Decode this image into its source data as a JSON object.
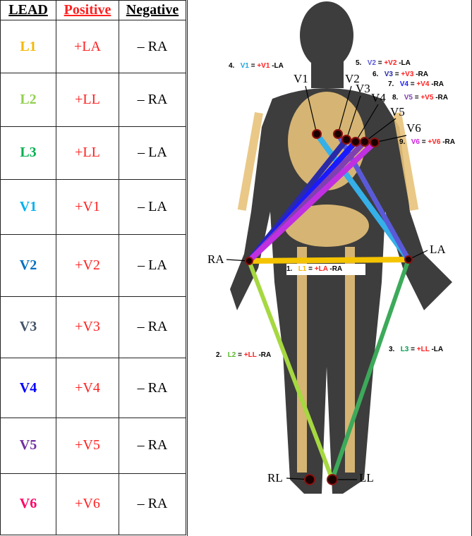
{
  "table": {
    "headers": {
      "lead": "LEAD",
      "positive": "Positive",
      "negative": "Negative"
    },
    "rows": [
      {
        "lead": "L1",
        "positive": "+LA",
        "negative": "– RA",
        "color": "#f5b800"
      },
      {
        "lead": "L2",
        "positive": "+LL",
        "negative": "– RA",
        "color": "#92d050"
      },
      {
        "lead": "L3",
        "positive": "+LL",
        "negative": "– LA",
        "color": "#00b050"
      },
      {
        "lead": "V1",
        "positive": "+V1",
        "negative": "– LA",
        "color": "#00b0f0"
      },
      {
        "lead": "V2",
        "positive": "+V2",
        "negative": "– LA",
        "color": "#0070c0"
      },
      {
        "lead": "V3",
        "positive": "+V3",
        "negative": "– RA",
        "color": "#44546a"
      },
      {
        "lead": "V4",
        "positive": "+V4",
        "negative": "– RA",
        "color": "#0000ff"
      },
      {
        "lead": "V5",
        "positive": "+V5",
        "negative": "– RA",
        "color": "#7030a0"
      },
      {
        "lead": "V6",
        "positive": "+V6",
        "negative": "– RA",
        "color": "#ff0066"
      }
    ]
  },
  "diagram": {
    "electrodes": {
      "V1": "V1",
      "V2": "V2",
      "V3": "V3",
      "V4": "V4",
      "V5": "V5",
      "V6": "V6",
      "RA": "RA",
      "LA": "LA",
      "RL": "RL",
      "LL": "LL"
    },
    "annotations": [
      {
        "num": "1.",
        "lead": "L1",
        "eq": "=",
        "pos": "+LA",
        "neg": "-RA",
        "color": "#f5b800"
      },
      {
        "num": "2.",
        "lead": "L2",
        "eq": "=",
        "pos": "+LL",
        "neg": "-RA",
        "color": "#5cb82e"
      },
      {
        "num": "3.",
        "lead": "L3",
        "eq": "=",
        "pos": "+LL",
        "neg": "-LA",
        "color": "#00a050"
      },
      {
        "num": "4.",
        "lead": "V1",
        "eq": "=",
        "pos": "+V1",
        "neg": "-LA",
        "color": "#1fa7e0"
      },
      {
        "num": "5.",
        "lead": "V2",
        "eq": "=",
        "pos": "+V2",
        "neg": "-LA",
        "color": "#5a5ad8"
      },
      {
        "num": "6.",
        "lead": "V3",
        "eq": "=",
        "pos": "+V3",
        "neg": "-RA",
        "color": "#2a2aa8"
      },
      {
        "num": "7.",
        "lead": "V4",
        "eq": "=",
        "pos": "+V4",
        "neg": "-RA",
        "color": "#1a1aff"
      },
      {
        "num": "8.",
        "lead": "V5",
        "eq": "=",
        "pos": "+V5",
        "neg": "-RA",
        "color": "#8040b0"
      },
      {
        "num": "9.",
        "lead": "V6",
        "eq": "=",
        "pos": "+V6",
        "neg": "-RA",
        "color": "#d020e0"
      }
    ]
  }
}
